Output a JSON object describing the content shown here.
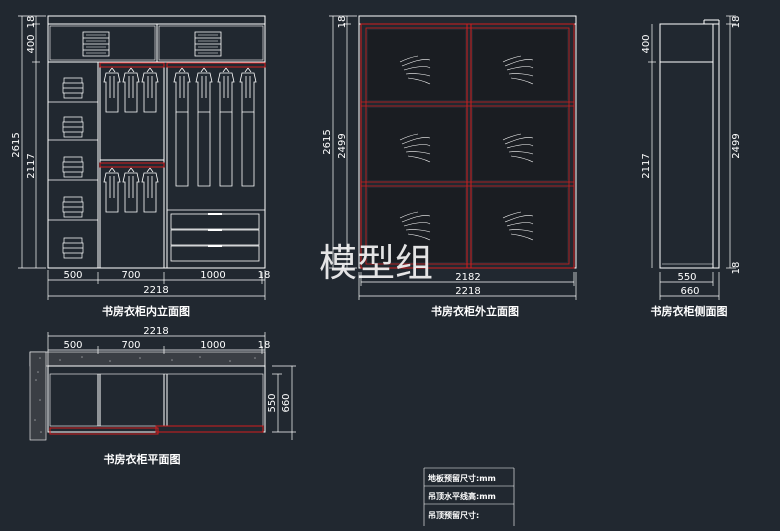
{
  "drawings": {
    "interior_elevation": {
      "title": "书房衣柜内立面图",
      "dims": {
        "total_height": "2615",
        "upper_height": "400",
        "top_thickness": "18",
        "lower_height": "2117",
        "w1": "500",
        "w2": "700",
        "w3": "1000",
        "w4": "18",
        "total_width": "2218"
      }
    },
    "exterior_elevation": {
      "title": "书房衣柜外立面图",
      "dims": {
        "top_thickness": "18",
        "total_height": "2615",
        "door_height": "2499",
        "door_width": "2182",
        "total_width": "2218"
      }
    },
    "side_elevation": {
      "title": "书房衣柜侧面图",
      "dims": {
        "top_left": "400",
        "top_right": "18",
        "lower_left": "2117",
        "right_height": "2499",
        "bottom_right": "18",
        "depth_inner": "550",
        "depth_outer": "660"
      }
    },
    "plan_view": {
      "title": "书房衣柜平面图",
      "dims": {
        "total_width": "2218",
        "w1": "500",
        "w2": "700",
        "w3": "1000",
        "w4": "18",
        "depth_inner": "550",
        "depth_outer": "660"
      }
    }
  },
  "watermark": "模型组",
  "legend": {
    "rows": [
      "地板预留尺寸:mm",
      "吊顶水平线高:mm",
      "吊顶预留尺寸:"
    ]
  },
  "colors": {
    "background": "#212830",
    "line": "#ffffff",
    "accent_red": "#d21e1e",
    "door_panel": "#1a1d22"
  }
}
